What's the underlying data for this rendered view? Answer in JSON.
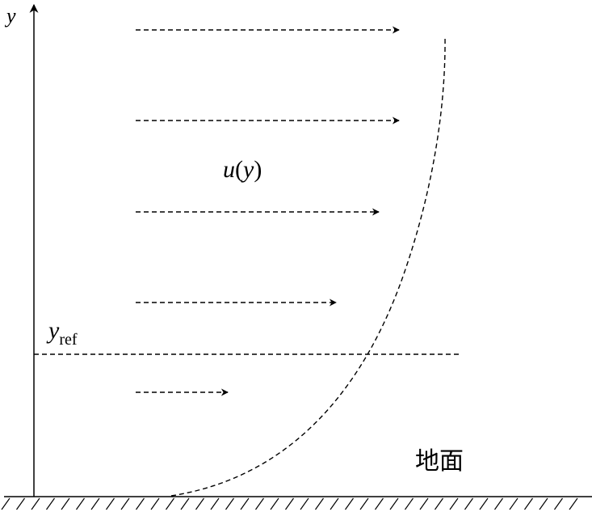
{
  "axis": {
    "y_label": "y"
  },
  "velocity_label": {
    "func": "u",
    "open": "(",
    "arg": "y",
    "close": ")"
  },
  "reference_height": {
    "base": "y",
    "subscript": "ref"
  },
  "ground_label": "地面",
  "colors": {
    "stroke": "#000000",
    "background": "#ffffff"
  }
}
